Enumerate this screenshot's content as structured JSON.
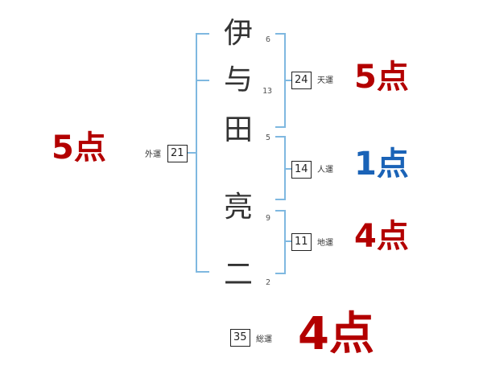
{
  "name_chars": [
    "伊",
    "与",
    "田",
    "亮",
    "二"
  ],
  "strokes": [
    "6",
    "13",
    "5",
    "9",
    "2"
  ],
  "label_unit": "点",
  "tenkaku": {
    "label": "天運",
    "value": "24",
    "score": "5点",
    "color": "#b30000"
  },
  "jinkaku": {
    "label": "人運",
    "value": "14",
    "score": "1点",
    "color": "#1a63b7"
  },
  "chikaku": {
    "label": "地運",
    "value": "11",
    "score": "4点",
    "color": "#b30000"
  },
  "gaikaku": {
    "label": "外運",
    "value": "21",
    "score": "5点",
    "color": "#b30000"
  },
  "soukaku": {
    "label": "総運",
    "value": "35",
    "score": "4点",
    "color": "#b30000"
  },
  "bracket_color": "#7fb8e0"
}
